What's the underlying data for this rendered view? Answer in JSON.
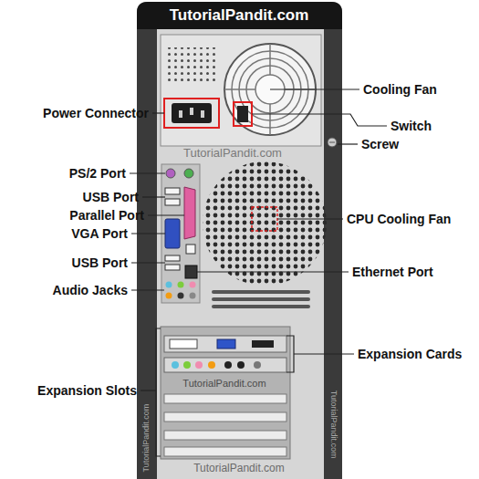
{
  "diagram": {
    "labels": [
      "TutorialPandit.com",
      "Cooling Fan",
      "Power Connector",
      "Switch",
      "Screw",
      "TutorialPandit.com",
      "PS/2 Port",
      "USB Port",
      "Parallel Port",
      "CPU Cooling Fan",
      "VGA Port",
      "USB Port",
      "Ethernet Port",
      "Audio Jacks",
      "Expansion Cards",
      "Expansion Slots",
      "TutorialPandit.com",
      "TutorialPandit.com",
      "TutorialPandit.com",
      "TutorialPandit.com"
    ]
  }
}
